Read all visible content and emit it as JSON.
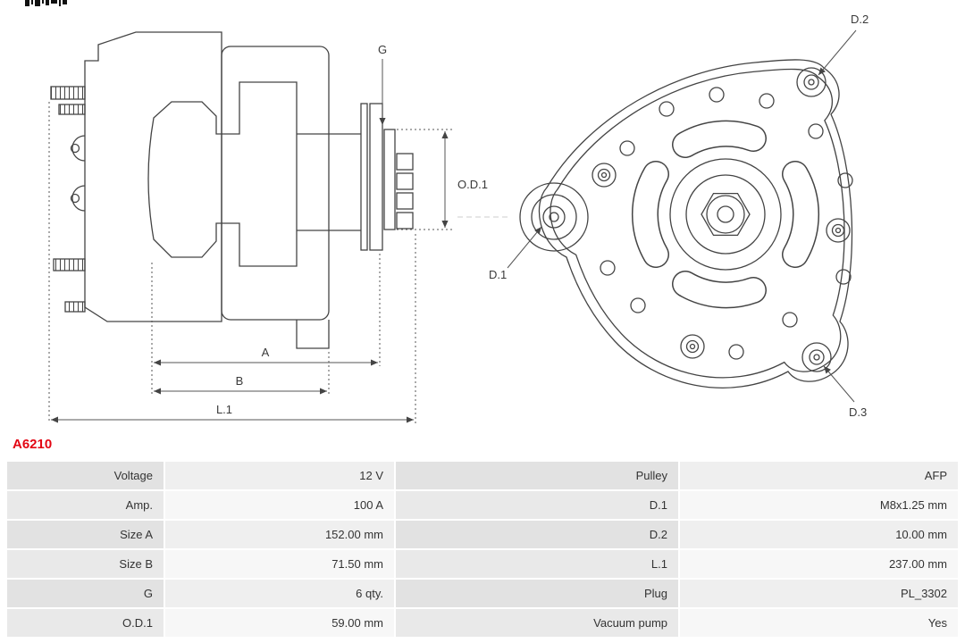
{
  "part_number": "A6210",
  "colors": {
    "accent_red": "#e30613",
    "line": "#444444",
    "label_cell": "#e4e4e4",
    "value_cell": "#f2f2f2"
  },
  "diagram": {
    "side_view_labels": {
      "g": "G",
      "od1": "O.D.1",
      "a": "A",
      "b": "B",
      "l1": "L.1"
    },
    "rear_view_labels": {
      "d1": "D.1",
      "d2": "D.2",
      "d3": "D.3"
    }
  },
  "table": {
    "rows": [
      {
        "l1": "Voltage",
        "v1": "12 V",
        "l2": "Pulley",
        "v2": "AFP"
      },
      {
        "l1": "Amp.",
        "v1": "100 A",
        "l2": "D.1",
        "v2": "M8x1.25 mm"
      },
      {
        "l1": "Size A",
        "v1": "152.00 mm",
        "l2": "D.2",
        "v2": "10.00 mm"
      },
      {
        "l1": "Size B",
        "v1": "71.50 mm",
        "l2": "L.1",
        "v2": "237.00 mm"
      },
      {
        "l1": "G",
        "v1": "6 qty.",
        "l2": "Plug",
        "v2": "PL_3302"
      },
      {
        "l1": "O.D.1",
        "v1": "59.00 mm",
        "l2": "Vacuum pump",
        "v2": "Yes"
      }
    ]
  }
}
